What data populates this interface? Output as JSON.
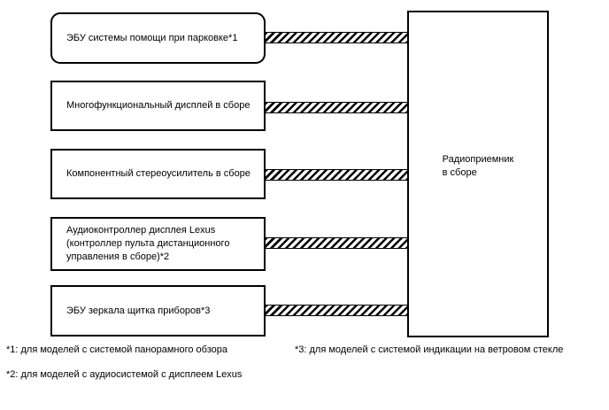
{
  "diagram": {
    "left_boxes": [
      {
        "label": "ЭБУ системы помощи при парковке*1"
      },
      {
        "label": "Многофункциональный дисплей в сборе"
      },
      {
        "label": "Компонентный стереоусилитель в сборе"
      },
      {
        "label": "Аудиоконтроллер дисплея Lexus\n(контроллер пульта дистанционного\nуправления в сборе)*2"
      },
      {
        "label": "ЭБУ зеркала щитка приборов*3"
      }
    ],
    "right_box": {
      "label": "Радиоприемник\nв сборе"
    },
    "connector_style": "diagonal-hatch",
    "footnotes": [
      "*1: для моделей с системой панорамного обзора",
      "*2: для моделей с аудиосистемой с дисплеем Lexus",
      "*3: для моделей с системой индикации на ветровом стекле"
    ],
    "colors": {
      "line": "#000000",
      "background": "#ffffff"
    }
  }
}
